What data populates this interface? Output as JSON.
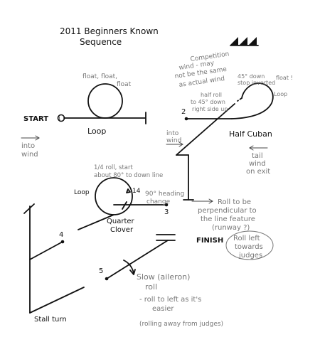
{
  "title": {
    "line1": "2011 Beginners Known",
    "line2": "Sequence"
  },
  "labels": {
    "start": "START",
    "finish": "FINISH",
    "loop": "Loop",
    "loop2": "Loop",
    "loop3": "Loop",
    "half_cuban": "Half Cuban",
    "quarter_clover": "Quarter",
    "quarter_clover2": "Clover",
    "stall_turn": "Stall turn",
    "slow_roll1": "Slow (aileron)",
    "slow_roll2": "roll"
  },
  "numbers": {
    "n1": "1",
    "n2": "2",
    "n3": "3",
    "n4": "4",
    "n5": "5",
    "n14": "14"
  },
  "notes": {
    "into_wind1a": "into",
    "into_wind1b": "wind",
    "into_wind2a": "into",
    "into_wind2b": "wind",
    "float1": "float, float,",
    "float2": "float",
    "competition1": "Competition",
    "competition2": "wind - may",
    "competition3": "not be the same",
    "competition4": "as actual wind",
    "down45a": "45° down",
    "down45b": "stop inverted",
    "float_excl": "float !",
    "half_roll1": "half roll",
    "half_roll2": "to 45° down",
    "half_roll3": "right side up",
    "tail_wind1": "tail",
    "tail_wind2": "wind",
    "tail_wind3": "on exit",
    "quarter_roll1": "1/4 roll, start",
    "quarter_roll2": "about 80° to down line",
    "heading1": "90° heading",
    "heading2": "change",
    "perp1": "Roll to be",
    "perp2": "perpendicular to",
    "perp3": "the line feature",
    "perp4": "(runway ?)",
    "roll_left1": "Roll left",
    "roll_left2": "towards",
    "roll_left3": "judges",
    "roll_note1": "- roll to left as it's",
    "roll_note2": "easier",
    "roll_note3": "(rolling away from judges)"
  },
  "colors": {
    "ink": "#111111",
    "pencil": "#777777"
  },
  "icons": {
    "wind_symbol": "sawtooth-wind-icon"
  }
}
